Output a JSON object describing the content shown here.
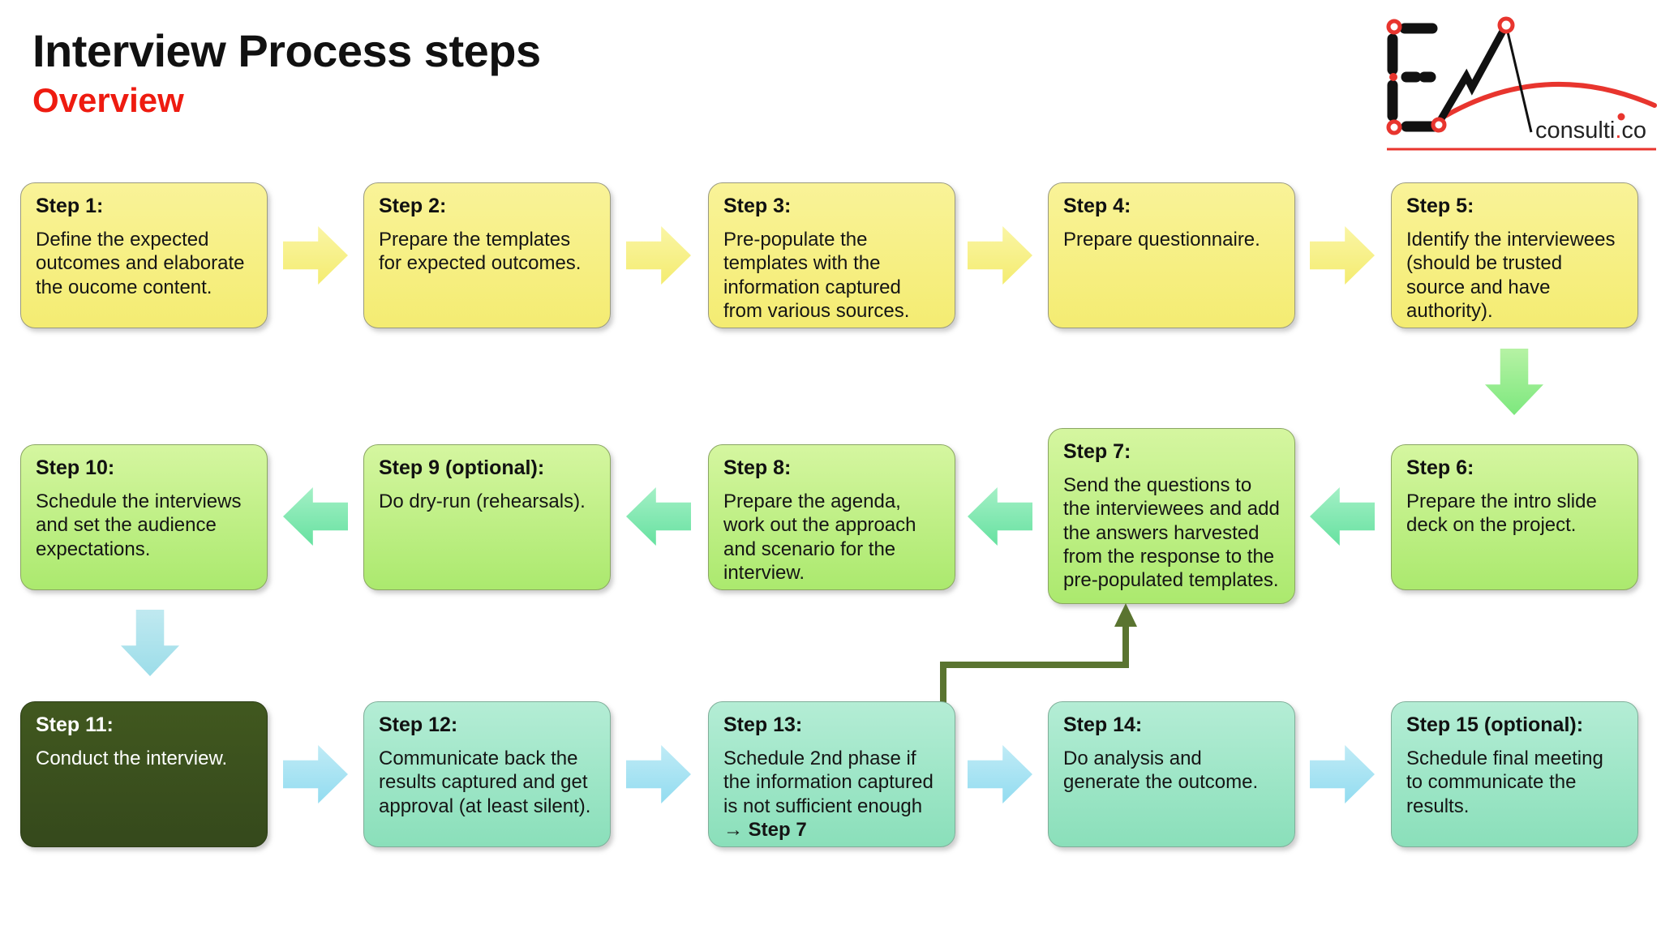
{
  "header": {
    "title": "Interview Process steps",
    "subtitle": "Overview"
  },
  "logo": {
    "name_left": "consulti",
    "dot": ".",
    "name_right": "co"
  },
  "steps": [
    {
      "title": "Step 1:",
      "body": "Define the expected outcomes and elaborate the oucome content."
    },
    {
      "title": "Step 2:",
      "body": "Prepare the templates for expected outcomes."
    },
    {
      "title": "Step 3:",
      "body": "Pre-populate the templates with the information captured from various sources."
    },
    {
      "title": "Step 4:",
      "body": "Prepare questionnaire."
    },
    {
      "title": "Step 5:",
      "body": "Identify the interviewees (should be trusted source and have authority)."
    },
    {
      "title": "Step 6:",
      "body": "Prepare the intro slide deck on the project."
    },
    {
      "title": "Step 7:",
      "body": "Send the questions to the interviewees and add the answers harvested from the response to the pre-populated templates."
    },
    {
      "title": "Step 8:",
      "body": "Prepare the agenda, work out the approach and scenario for the interview."
    },
    {
      "title": "Step 9 (optional):",
      "body": "Do dry-run (rehearsals)."
    },
    {
      "title": "Step 10:",
      "body": "Schedule the interviews and set the audience expectations."
    },
    {
      "title": "Step 11:",
      "body": "Conduct the interview."
    },
    {
      "title": "Step 12:",
      "body": "Communicate back the results captured and get approval (at least silent)."
    },
    {
      "title": "Step 13:",
      "body": "Schedule 2nd phase if the information captured is not sufficient enough ",
      "body_bold": "→ Step 7"
    },
    {
      "title": "Step 14:",
      "body": "Do analysis and generate the outcome."
    },
    {
      "title": "Step 15 (optional):",
      "body": "Schedule final meeting to communicate the results."
    }
  ],
  "colors": {
    "accent_red": "#ee1b10",
    "yellow_box": "#f4ec72",
    "green_box": "#abe96e",
    "teal_box": "#8adfba",
    "dark_box": "#3a5020",
    "yellow_arrow": "#f4ec70",
    "green_arrow": "#66e1a0",
    "cyan_arrow": "#9cdde9",
    "blue_arrow": "#92dcf0",
    "connector_olive": "#5a7430"
  }
}
